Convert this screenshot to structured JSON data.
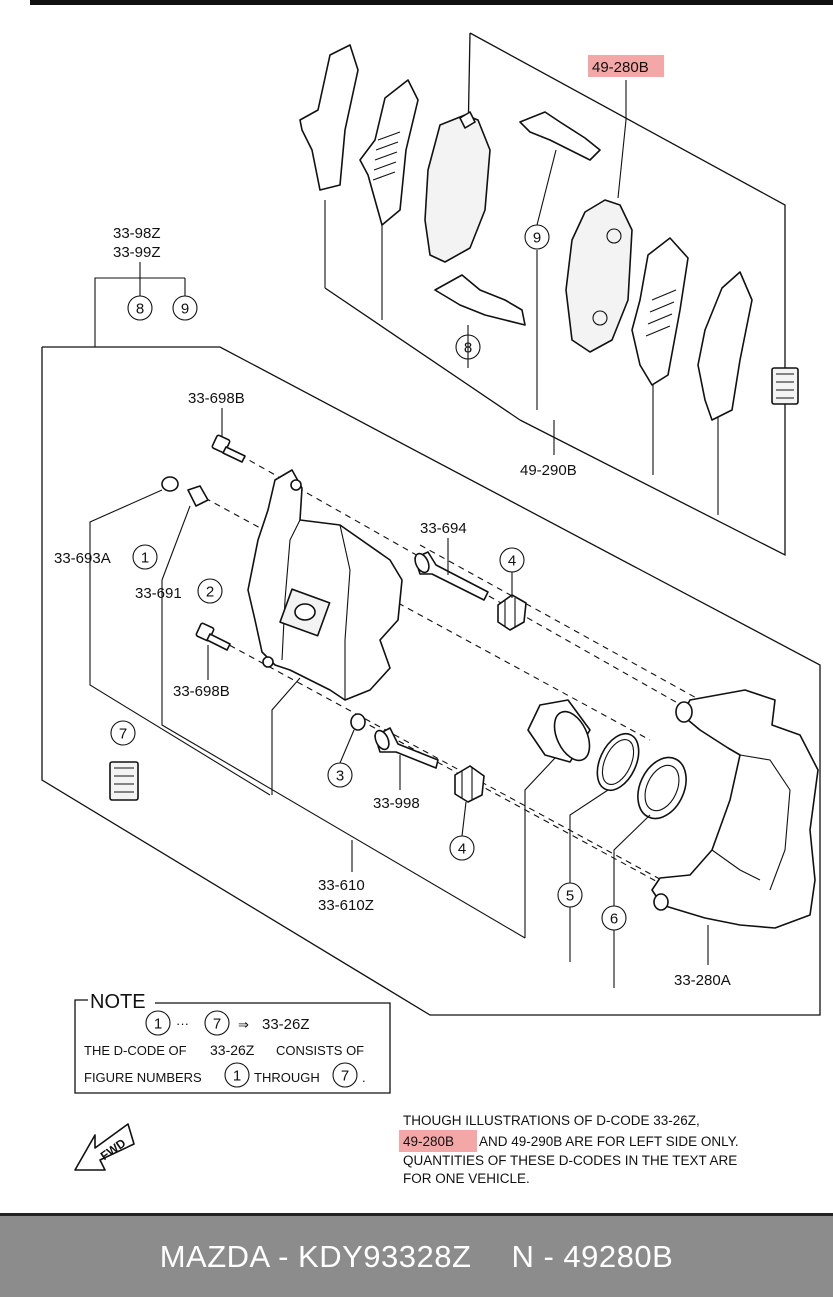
{
  "labels": {
    "hl_top": "49-280B",
    "c_98z": "33-98Z",
    "c_99z": "33-99Z",
    "c_698b_top": "33-698B",
    "c_693a": "33-693A",
    "c_691": "33-691",
    "c_698b_bot": "33-698B",
    "c_694": "33-694",
    "c_998": "33-998",
    "c_610": "33-610",
    "c_610z": "33-610Z",
    "c_290b": "49-290B",
    "c_280a": "33-280A"
  },
  "callouts": {
    "n1": "1",
    "n2": "2",
    "n3": "3",
    "n4a": "4",
    "n4b": "4",
    "n5": "5",
    "n6": "6",
    "n7": "7",
    "n8a": "8",
    "n8b": "8",
    "n9a": "9",
    "n9b": "9"
  },
  "note": {
    "title": "NOTE",
    "c1": "1",
    "dots": "···",
    "c7": "7",
    "arrow": "⇒",
    "code": "33-26Z",
    "line2a": "THE D-CODE OF",
    "line2b": "33-26Z",
    "line2c": "CONSISTS OF",
    "line3a": "FIGURE NUMBERS",
    "line3c1": "1",
    "line3b": "THROUGH",
    "line3c7": "7",
    "line3d": "."
  },
  "disclaimer": {
    "line1": "THOUGH ILLUSTRATIONS OF D-CODE 33-26Z,",
    "line2_hl": "49-280B",
    "line2_rest": "AND 49-290B ARE FOR LEFT SIDE ONLY.",
    "line3": "QUANTITIES OF THESE D-CODES IN THE TEXT ARE",
    "line4": "FOR ONE VEHICLE."
  },
  "fwd_label": "FWD",
  "footer": {
    "left": "MAZDA - KDY93328Z",
    "right": "N - 49280B"
  },
  "colors": {
    "highlight": "#f4a7a7",
    "footer_bg": "#8c8c8c"
  }
}
